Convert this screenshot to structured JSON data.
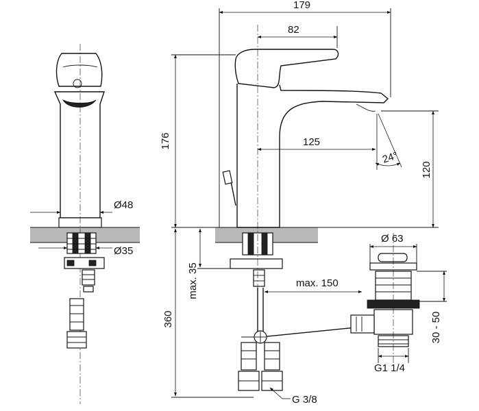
{
  "dimensions": {
    "total_length": "179",
    "lever_length": "82",
    "total_height": "176",
    "spout_reach": "125",
    "spout_height": "120",
    "spray_angle": "24°",
    "body_diameter": "Ø48",
    "shank_diameter": "Ø35",
    "max_thickness": "max. 35",
    "below_height": "360",
    "rod_length": "max. 150",
    "waste_diameter": "Ø 63",
    "waste_height": "30 - 50",
    "waste_thread": "G1 1/4",
    "hose_thread": "G 3/8"
  }
}
